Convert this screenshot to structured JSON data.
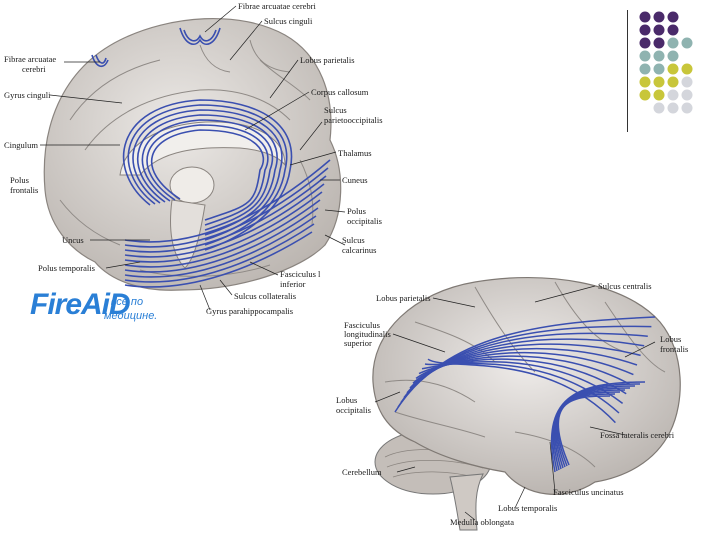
{
  "colors": {
    "fiber": "#3a4fb0",
    "brain_fill": "#d9d6d3",
    "brain_shade": "#b9b4b0",
    "gyrus_line": "#8f8a86",
    "watermark": "#2a7fd6",
    "dot_purple": "#4a2a6a",
    "dot_teal": "#8fb3b0",
    "dot_yellow": "#c8c63a",
    "dot_gray": "#d4d6dc"
  },
  "medial_view": {
    "labels": {
      "fibrae_arcuatae_top": "Fibrae arcuatae cerebri",
      "sulcus_cinguli": "Sulcus cinguli",
      "fibrae_arcuatae_left_1": "Fibrae arcuatae",
      "fibrae_arcuatae_left_2": "cerebri",
      "lobus_parietalis": "Lobus parietalis",
      "gyrus_cinguli": "Gyrus cinguli",
      "corpus_callosum": "Corpus callosum",
      "sulcus_po_1": "Sulcus",
      "sulcus_po_2": "parietooccipitalis",
      "cingulum": "Cingulum",
      "thalamus": "Thalamus",
      "polus_frontalis_1": "Polus",
      "polus_frontalis_2": "frontalis",
      "cuneus": "Cuneus",
      "polus_occipitalis_1": "Polus",
      "polus_occipitalis_2": "occipitalis",
      "uncus": "Uncus",
      "sulcus_calcarinus_1": "Sulcus",
      "sulcus_calcarinus_2": "calcarinus",
      "polus_temporalis": "Polus temporalis",
      "fasciculus_li_1": "Fasciculus l",
      "fasciculus_li_2": "inferior",
      "sulcus_collateralis": "Sulcus collateralis",
      "gyrus_parahippocampalis": "Gyrus parahippocampalis"
    }
  },
  "lateral_view": {
    "labels": {
      "sulcus_centralis": "Sulcus centralis",
      "lobus_parietalis": "Lobus parietalis",
      "fasciculus_ls_1": "Fasciculus",
      "fasciculus_ls_2": "longitudinalis",
      "fasciculus_ls_3": "superior",
      "lobus_frontalis_1": "Lobus",
      "lobus_frontalis_2": "frontalis",
      "lobus_occipitalis_1": "Lobus",
      "lobus_occipitalis_2": "occipitalis",
      "fossa_lateralis": "Fossa lateralis cerebri",
      "cerebellum": "Cerebellum",
      "fasciculus_uncinatus": "Fasciculus uncinatus",
      "lobus_temporalis": "Lobus temporalis",
      "medulla_oblongata": "Medulla oblongata"
    }
  },
  "watermark": {
    "brand": "FireAiD",
    "tagline_1": "- все по",
    "tagline_2": "медицине."
  },
  "decor_dots": [
    "purple",
    "purple",
    "purple",
    "",
    "purple",
    "purple",
    "purple",
    "",
    "purple",
    "purple",
    "teal",
    "teal",
    "teal",
    "teal",
    "teal",
    "",
    "teal",
    "teal",
    "yellow",
    "yellow",
    "yellow",
    "yellow",
    "yellow",
    "gray",
    "yellow",
    "yellow",
    "gray",
    "gray",
    "",
    "gray",
    "gray",
    "gray"
  ]
}
